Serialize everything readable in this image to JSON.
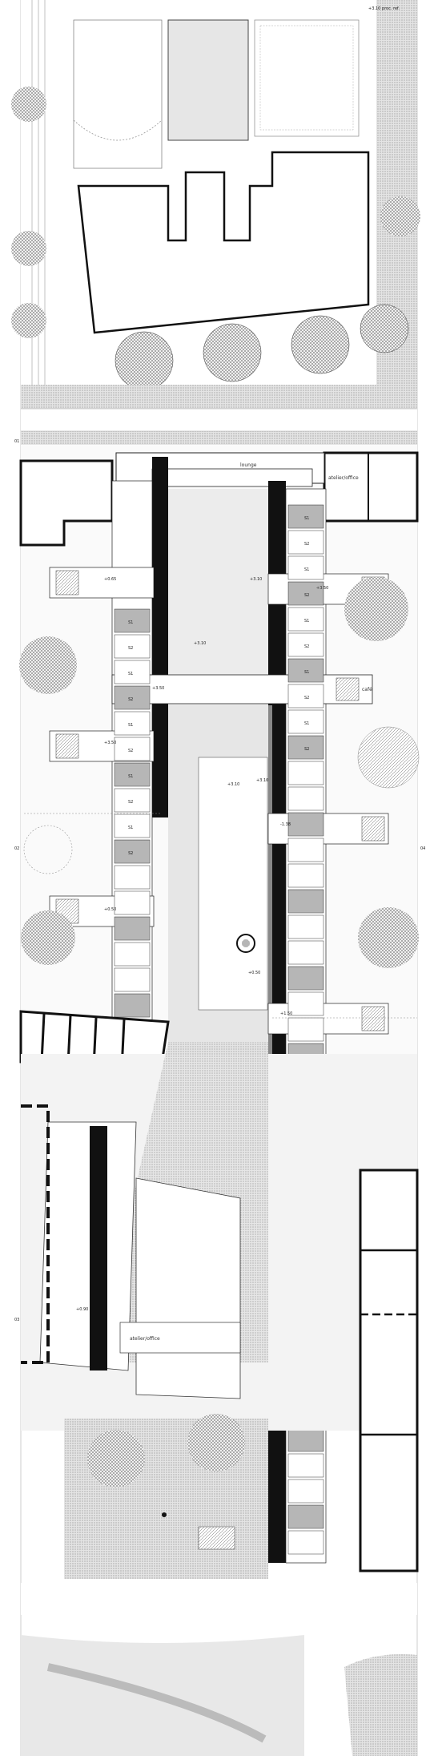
{
  "header": {
    "scale_label": "+3.10 proc. ref."
  },
  "grid_marks": [
    "01",
    "02",
    "03",
    "04"
  ],
  "labels": {
    "lounge": "lounge",
    "atelier": "atelier/office",
    "cafe": "café",
    "workshop": "atelier/office"
  },
  "level_marks": {
    "l1": "+0.65",
    "l2": "+3.10",
    "l3": "+3.10",
    "l4": "+3.50",
    "l5": "+3.50",
    "l6": "+3.10",
    "l7": "+3.10",
    "l8": "+0.50",
    "l9": "+0.50",
    "l10": "-1.38",
    "l11": "+1.50",
    "l12": "+0.90",
    "l13": "+3.50"
  },
  "room_codes": [
    "S1",
    "S2",
    "S1",
    "S2",
    "S1",
    "S2",
    "S1",
    "S2",
    "S1",
    "S2"
  ],
  "colors": {
    "ink": "#111111",
    "ground": "#d9d9d9",
    "paving": "#c8c8c8",
    "paper": "#ffffff",
    "road": "#bdbdbd"
  }
}
